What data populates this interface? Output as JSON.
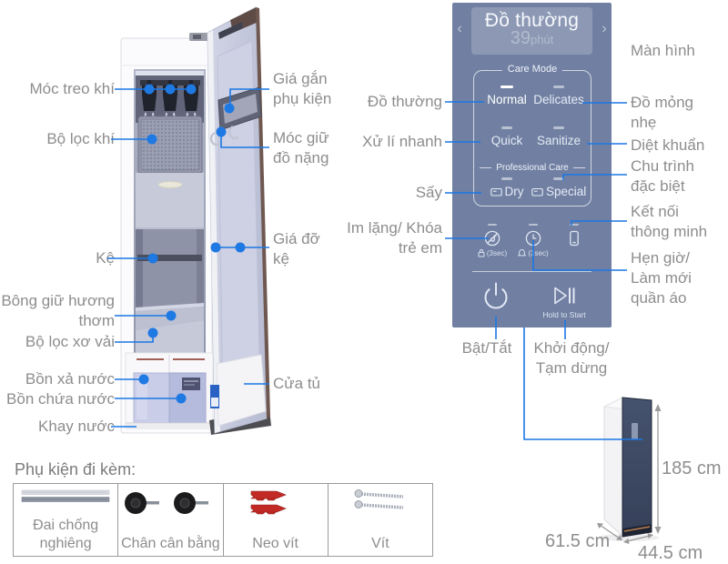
{
  "colors": {
    "accent_blue": "#1b77e4",
    "label_gray": "#8d8d8d",
    "panel_bg": "#7180a2",
    "panel_text": "#e4eaf6",
    "door_brown": "#5e4b45"
  },
  "appliance_callouts": {
    "left": [
      "Móc treo khí",
      "Bộ lọc khí",
      "Kệ",
      "Bông giữ hương thơm",
      "Bộ lọc xơ vải",
      "Bồn xả nước",
      "Bồn chứa nước",
      "Khay nước"
    ],
    "right": [
      "Giá gắn phụ kiện",
      "Móc giữ đồ nặng",
      "Giá đỡ kệ",
      "Cửa tủ"
    ]
  },
  "panel": {
    "display": {
      "program": "Đồ thường",
      "time_value": "39",
      "time_unit": "phút"
    },
    "prev_glyph": "‹",
    "next_glyph": "›",
    "care_mode": {
      "title": "Care Mode",
      "options": [
        "Normal",
        "Delicates",
        "Quick",
        "Sanitize"
      ],
      "active_option": "Normal",
      "sub_title": "Professional Care",
      "sub_options": [
        "Dry",
        "Special"
      ]
    },
    "sub_buttons": [
      {
        "icon": "mute-childlock-icon",
        "hint": "(3sec)"
      },
      {
        "icon": "timer-bell-icon",
        "hint": "(3sec)"
      },
      {
        "icon": "smartphone-icon",
        "hint": ""
      }
    ],
    "start_hint": "Hold to Start"
  },
  "panel_callouts": {
    "left": [
      "Đồ thường",
      "Xử lí nhanh",
      "Sấy",
      "Im lặng/ Khóa trẻ em"
    ],
    "right": [
      "Màn hình",
      "Đồ mỏng nhẹ",
      "Diệt khuẩn",
      "Chu trình đặc biệt",
      "Kết nối thông minh",
      "Hẹn giờ/ Làm mới quần áo"
    ],
    "bottom": [
      "Bật/Tắt",
      "Khởi động/ Tạm dừng"
    ]
  },
  "accessories": {
    "title": "Phụ kiện đi kèm:",
    "items": [
      {
        "label": "Đai chống nghiêng"
      },
      {
        "label": "Chân cân bằng"
      },
      {
        "label": "Neo vít"
      },
      {
        "label": "Vít"
      }
    ]
  },
  "dimensions": {
    "height": "185 cm",
    "depth": "61.5 cm",
    "width": "44.5 cm"
  }
}
